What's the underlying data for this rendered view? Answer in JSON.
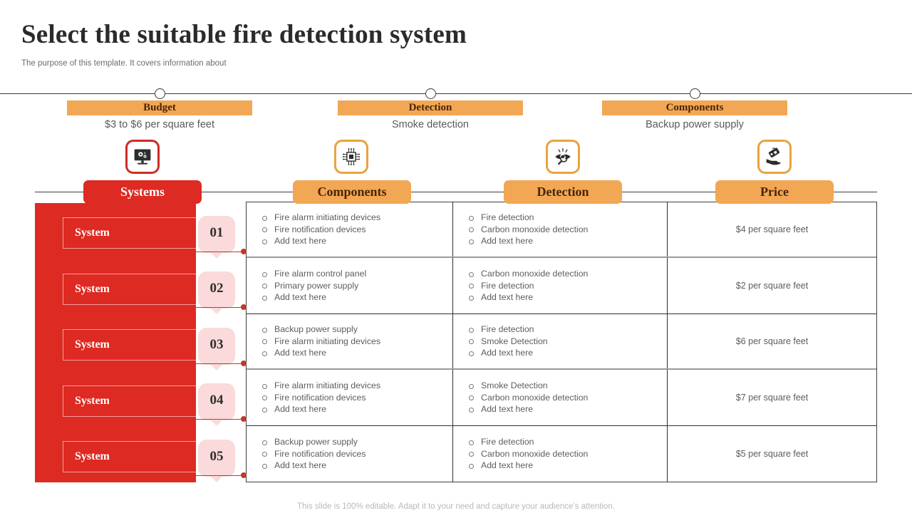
{
  "header": {
    "title": "Select the suitable fire detection system",
    "subtitle": "The purpose of this template. It covers information about"
  },
  "timeline": {
    "nodes": [
      {
        "chip": "Budget",
        "desc": "$3 to $6 per square feet",
        "chip_color": "#f2a754"
      },
      {
        "chip": "Detection",
        "desc": "Smoke detection",
        "chip_color": "#f2a754"
      },
      {
        "chip": "Components",
        "desc": "Backup power supply",
        "chip_color": "#f2a754"
      }
    ]
  },
  "icons": [
    {
      "name": "monitor-gears-icon",
      "border": "#cf2b24"
    },
    {
      "name": "microchip-icon",
      "border": "#e9a33f"
    },
    {
      "name": "eye-magnifier-icon",
      "border": "#e9a33f"
    },
    {
      "name": "price-tag-hand-icon",
      "border": "#e9a33f"
    }
  ],
  "columns": [
    {
      "label": "Systems",
      "style": "red",
      "color": "#dd2a22"
    },
    {
      "label": "Components",
      "style": "orange",
      "color": "#f2a754"
    },
    {
      "label": "Detection",
      "style": "orange",
      "color": "#f2a754"
    },
    {
      "label": "Price",
      "style": "orange",
      "color": "#f2a754"
    }
  ],
  "systems": [
    {
      "label": "System",
      "badge": "01"
    },
    {
      "label": "System",
      "badge": "02"
    },
    {
      "label": "System",
      "badge": "03"
    },
    {
      "label": "System",
      "badge": "04"
    },
    {
      "label": "System",
      "badge": "05"
    }
  ],
  "rows": [
    {
      "components": [
        "Fire alarm initiating devices",
        "Fire notification devices",
        "Add text here"
      ],
      "detection": [
        "Fire detection",
        "Carbon monoxide detection",
        "Add text here"
      ],
      "price": "$4 per square feet"
    },
    {
      "components": [
        "Fire alarm control panel",
        "Primary power supply",
        "Add text here"
      ],
      "detection": [
        "Carbon monoxide detection",
        "Fire detection",
        "Add text here"
      ],
      "price": "$2 per square feet"
    },
    {
      "components": [
        "Backup power supply",
        "Fire alarm initiating devices",
        "Add text here"
      ],
      "detection": [
        "Fire detection",
        "Smoke Detection",
        "Add text here"
      ],
      "price": "$6 per square feet"
    },
    {
      "components": [
        "Fire alarm initiating devices",
        "Fire notification devices",
        "Add text here"
      ],
      "detection": [
        "Smoke Detection",
        "Carbon monoxide detection",
        "Add text here"
      ],
      "price": "$7 per square feet"
    },
    {
      "components": [
        "Backup power supply",
        "Fire notification devices",
        "Add text here"
      ],
      "detection": [
        "Fire detection",
        "Carbon monoxide detection",
        "Add text here"
      ],
      "price": "$5 per square feet"
    }
  ],
  "footer": {
    "note": "This slide is 100% editable. Adapt it to your need and capture your audience’s attention."
  }
}
